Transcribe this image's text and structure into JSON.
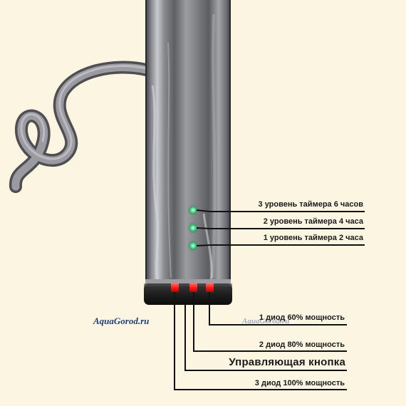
{
  "watermark": "AquaGorod.ru",
  "timer_labels": [
    "3 уровень таймера 6 часов",
    "2 уровень таймера 4 часа",
    "1 уровень таймера 2 часа"
  ],
  "power_labels": {
    "diode1": "1 диод 60% мощность",
    "diode2": "2 диод 80% мощность",
    "button": "Управляющая кнопка",
    "diode3": "3 диод 100% мощность"
  },
  "colors": {
    "green_led": "#3ee08a",
    "red_led": "#ff1e1e",
    "background": "#fbf5e2"
  }
}
